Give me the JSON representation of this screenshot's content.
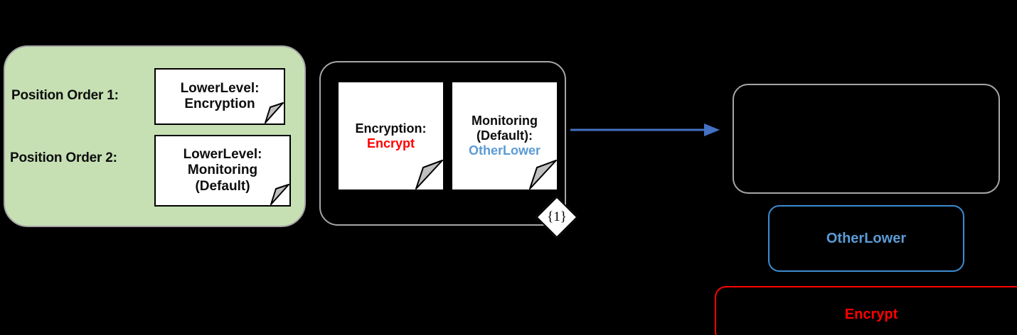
{
  "diagram": {
    "background_color": "#000000",
    "left_panel": {
      "name": "position-order-panel",
      "fill_color": "#C6E0B4",
      "border_color": "#A6A6A6",
      "rows": [
        {
          "label": "Position Order 1:",
          "note_lines": [
            "LowerLevel:",
            "Encryption"
          ]
        },
        {
          "label": "Position Order 2:",
          "note_lines": [
            "LowerLevel:",
            "Monitoring",
            "(Default)"
          ]
        }
      ]
    },
    "middle_container": {
      "name": "instance-container",
      "border_color": "#A6A6A6",
      "multiplicity": "{1}",
      "notes": [
        {
          "title": "Encryption:",
          "value": "Encrypt",
          "value_color": "#FF0000"
        },
        {
          "title_lines": [
            "Monitoring",
            "(Default):"
          ],
          "value": "OtherLower",
          "value_color": "#5B9BD5"
        }
      ]
    },
    "arrow": {
      "name": "flow-arrow",
      "color": "#4472C4"
    },
    "right_boxes": [
      {
        "name": "empty-box",
        "label": "",
        "border_color": "#A6A6A6",
        "text_color": "#A6A6A6"
      },
      {
        "name": "otherlower-box",
        "label": "OtherLower",
        "border_color": "#3C8BD0",
        "text_color": "#5B9BD5"
      },
      {
        "name": "encrypt-box",
        "label": "Encrypt",
        "border_color": "#FF0000",
        "text_color": "#FF0000"
      }
    ]
  }
}
